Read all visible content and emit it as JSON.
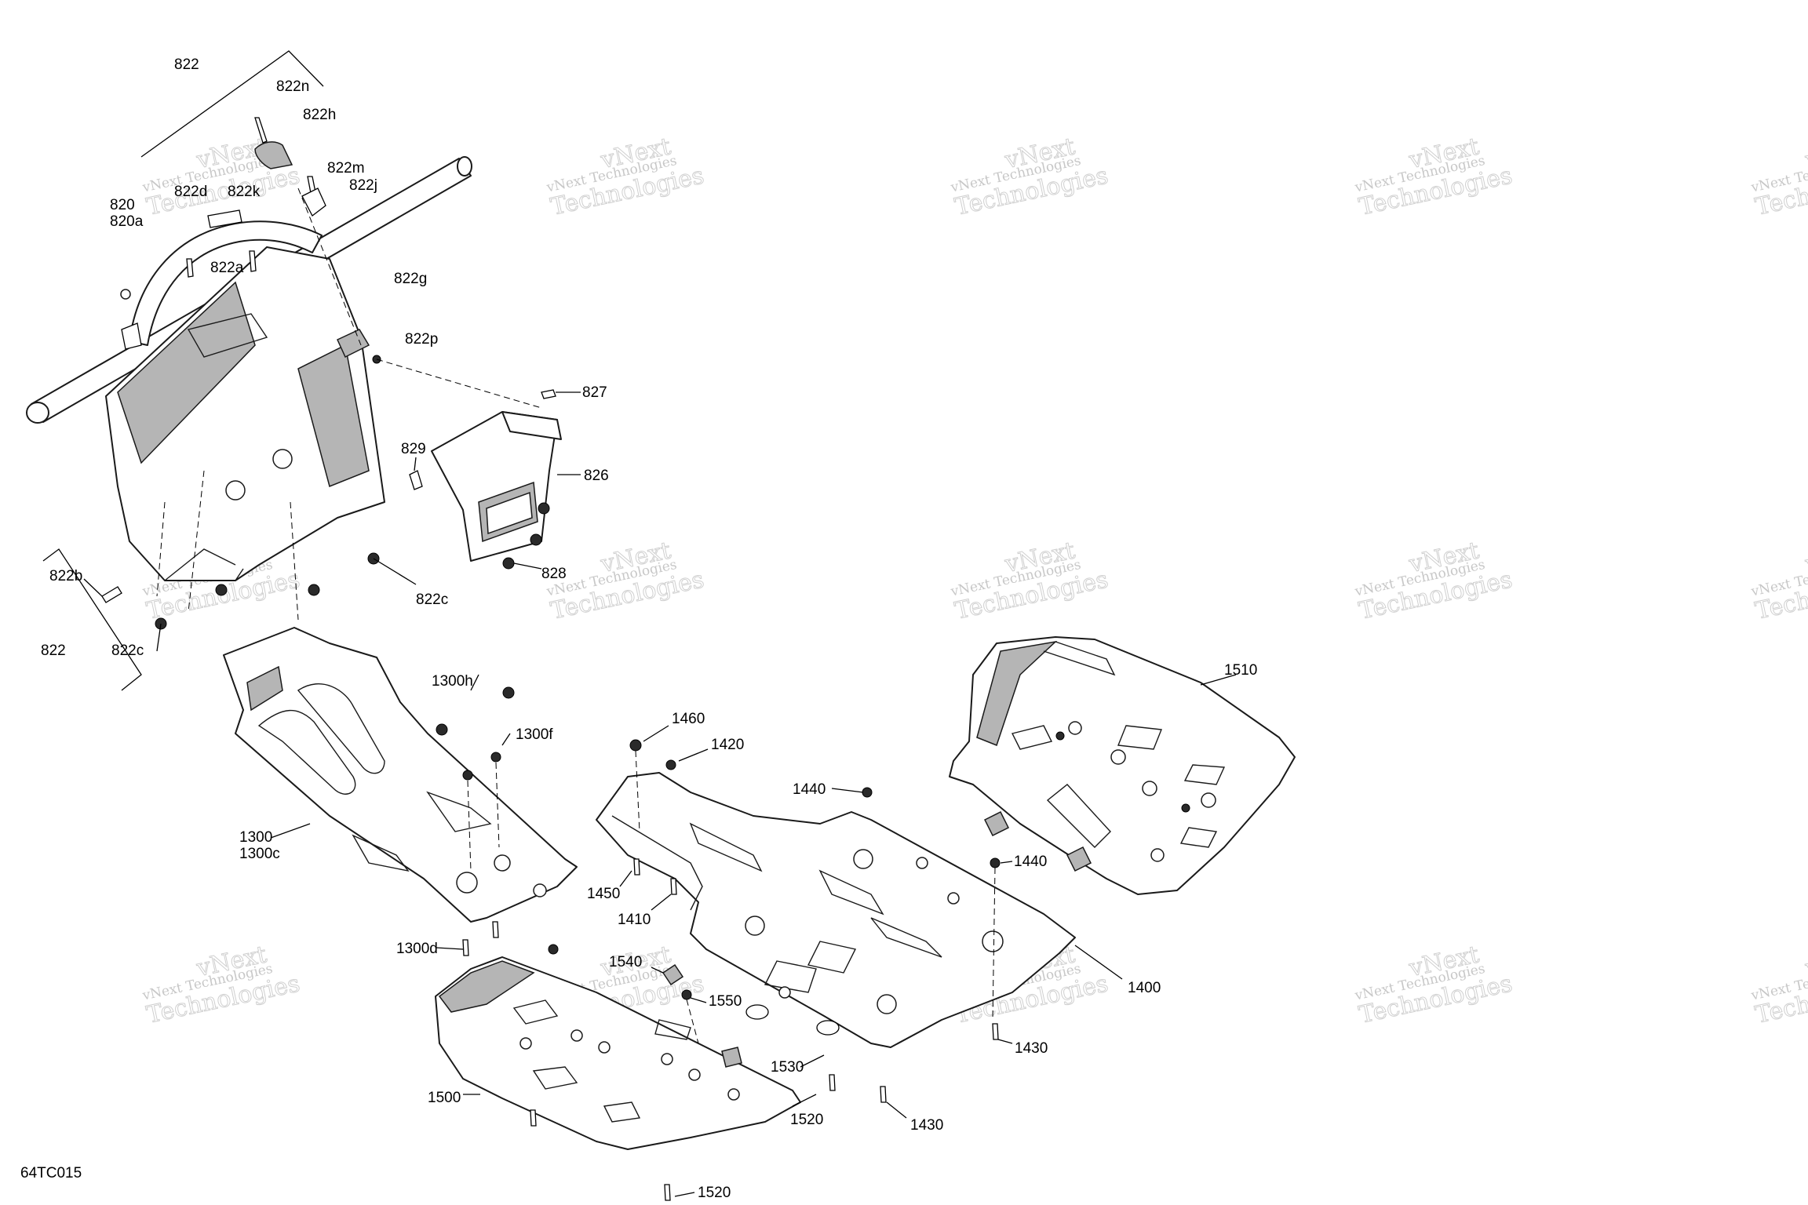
{
  "diagram_code": "64TC015",
  "watermark": {
    "line1": "vNext Technologies",
    "line2": "Technologies",
    "line3": "vNext"
  },
  "callouts": {
    "c822_top": "822",
    "c822n": "822n",
    "c822h": "822h",
    "c822m": "822m",
    "c822j": "822j",
    "c822d": "822d",
    "c822k": "822k",
    "c820": "820",
    "c820a": "820a",
    "c822a": "822a",
    "c822g": "822g",
    "c822p": "822p",
    "c827": "827",
    "c829": "829",
    "c826": "826",
    "c828": "828",
    "c822b": "822b",
    "c822_bottom": "822",
    "c822c_left": "822c",
    "c822c_right": "822c",
    "c1300h": "1300h",
    "c1300f": "1300f",
    "c1300": "1300",
    "c1300c": "1300c",
    "c1300d": "1300d",
    "c1460": "1460",
    "c1420": "1420",
    "c1440_a": "1440",
    "c1440_b": "1440",
    "c1450": "1450",
    "c1410": "1410",
    "c1510": "1510",
    "c1400": "1400",
    "c1430_a": "1430",
    "c1430_b": "1430",
    "c1540": "1540",
    "c1550": "1550",
    "c1530": "1530",
    "c1520_a": "1520",
    "c1520_b": "1520",
    "c1500": "1500"
  }
}
